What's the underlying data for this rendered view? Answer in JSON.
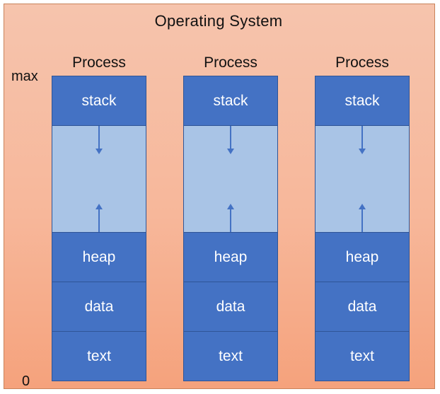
{
  "os_title": "Operating System",
  "axis": {
    "max_label": "max",
    "min_label": "0"
  },
  "processes": [
    {
      "label": "Process",
      "segments": {
        "stack": "stack",
        "heap": "heap",
        "data": "data",
        "text": "text"
      }
    },
    {
      "label": "Process",
      "segments": {
        "stack": "stack",
        "heap": "heap",
        "data": "data",
        "text": "text"
      }
    },
    {
      "label": "Process",
      "segments": {
        "stack": "stack",
        "heap": "heap",
        "data": "data",
        "text": "text"
      }
    }
  ],
  "colors": {
    "os_background": "#f7b79a",
    "segment_dark": "#4472c4",
    "segment_free": "#a9c4e6",
    "segment_border": "#2f5597",
    "arrow": "#4472c4"
  }
}
